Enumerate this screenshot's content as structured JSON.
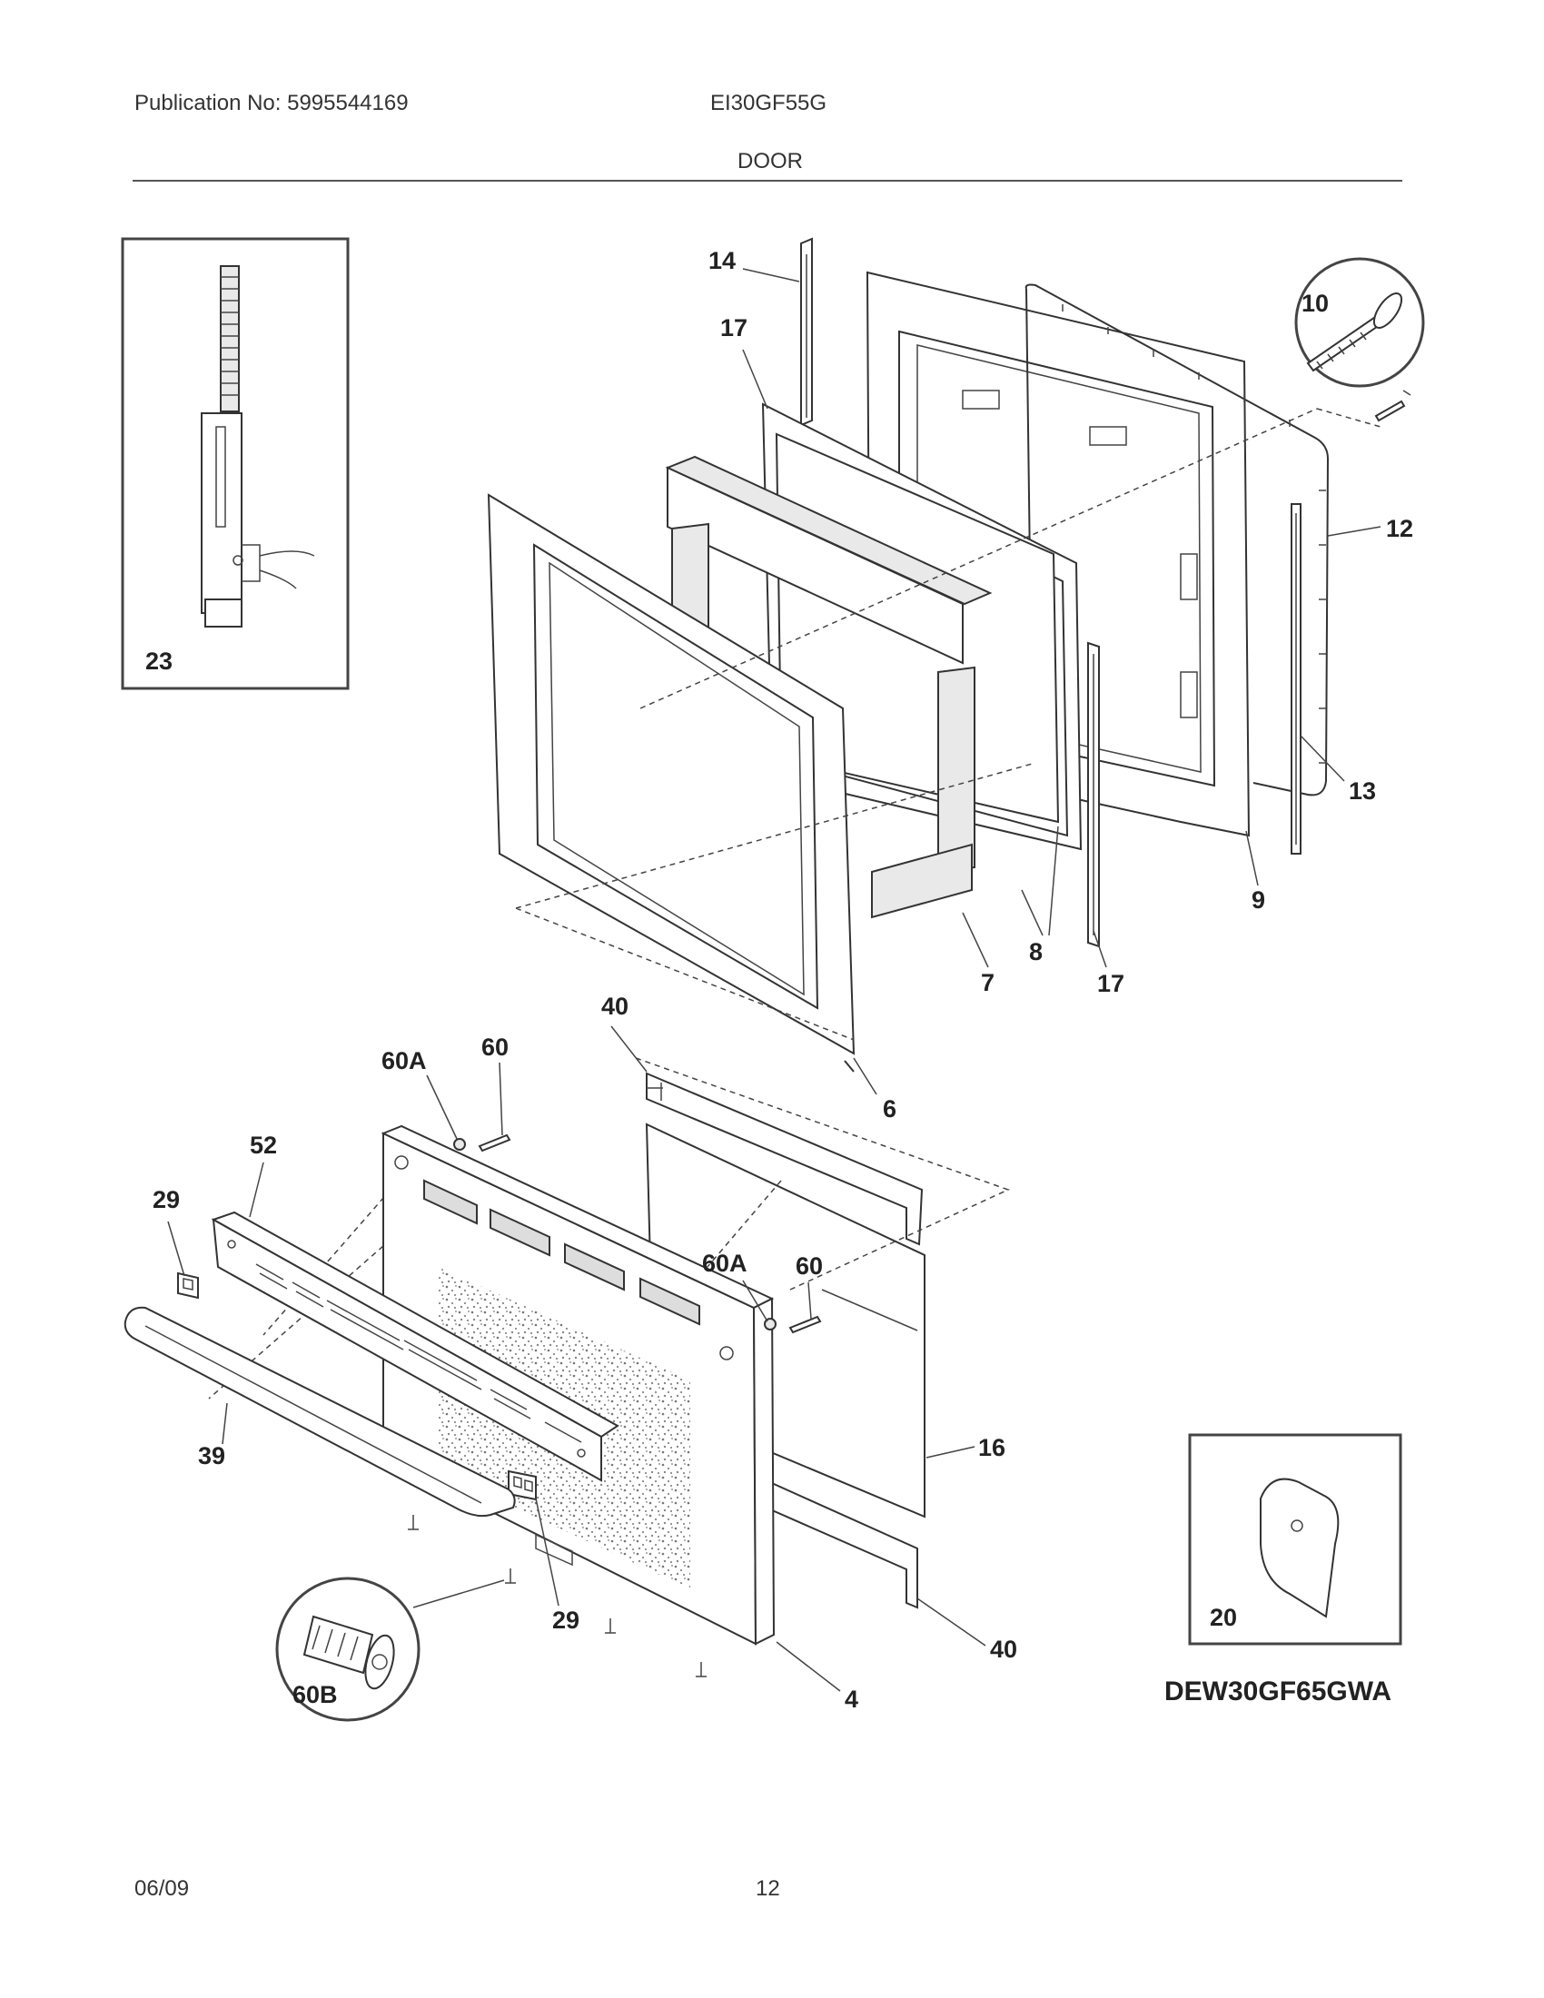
{
  "header": {
    "publication": "Publication No: 5995544169",
    "model": "EI30GF55G",
    "section": "DOOR"
  },
  "footer": {
    "date": "06/09",
    "page": "12"
  },
  "variant_note": "DEW30GF65GWA",
  "callouts": {
    "p4": "4",
    "p6": "6",
    "p7": "7",
    "p8": "8",
    "p9": "9",
    "p10": "10",
    "p12": "12",
    "p13": "13",
    "p14": "14",
    "p16": "16",
    "p17a": "17",
    "p17b": "17",
    "p20": "20",
    "p23": "23",
    "p29a": "29",
    "p29b": "29",
    "p39": "39",
    "p40a": "40",
    "p40b": "40",
    "p52": "52",
    "p60a": "60",
    "p60b": "60",
    "p60A_a": "60A",
    "p60A_b": "60A",
    "p60B": "60B"
  }
}
